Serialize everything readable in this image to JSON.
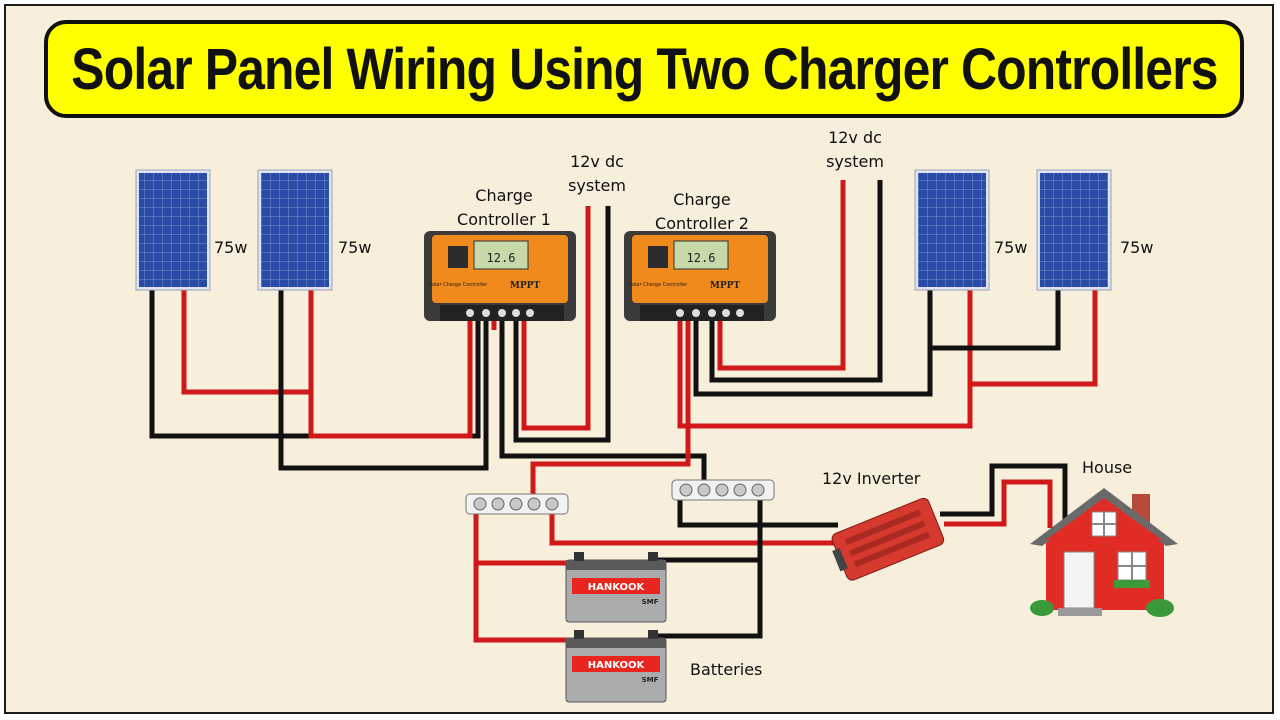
{
  "title": "Solar Panel Wiring Using Two Charger Controllers",
  "panels": [
    {
      "watt": "75w"
    },
    {
      "watt": "75w"
    },
    {
      "watt": "75w"
    },
    {
      "watt": "75w"
    }
  ],
  "controllers": [
    {
      "label": "Charge Controller 1",
      "label_line1": "Charge",
      "label_line2": "Controller 1",
      "display": "12.6",
      "brand": "MPPT",
      "device_text": "Solar Charge Controller"
    },
    {
      "label": "Charge Controller 2",
      "label_line1": "Charge",
      "label_line2": "Controller 2",
      "display": "12.6",
      "brand": "MPPT",
      "device_text": "Solar Charge Controller"
    }
  ],
  "dc_system": [
    {
      "line1": "12v dc",
      "line2": "system"
    },
    {
      "line1": "12v dc",
      "line2": "system"
    }
  ],
  "inverter": {
    "label": "12v Inverter"
  },
  "house": {
    "label": "House"
  },
  "batteries": {
    "label": "Batteries",
    "brand": "HANKOOK",
    "tag": "SMF"
  },
  "colors": {
    "positive_wire": "#d01818",
    "negative_wire": "#111111",
    "title_bg": "#ffff00",
    "panel": "#23409a",
    "controller": "#f08a1c",
    "inverter": "#d63a2e",
    "house_wall": "#e12b25"
  }
}
